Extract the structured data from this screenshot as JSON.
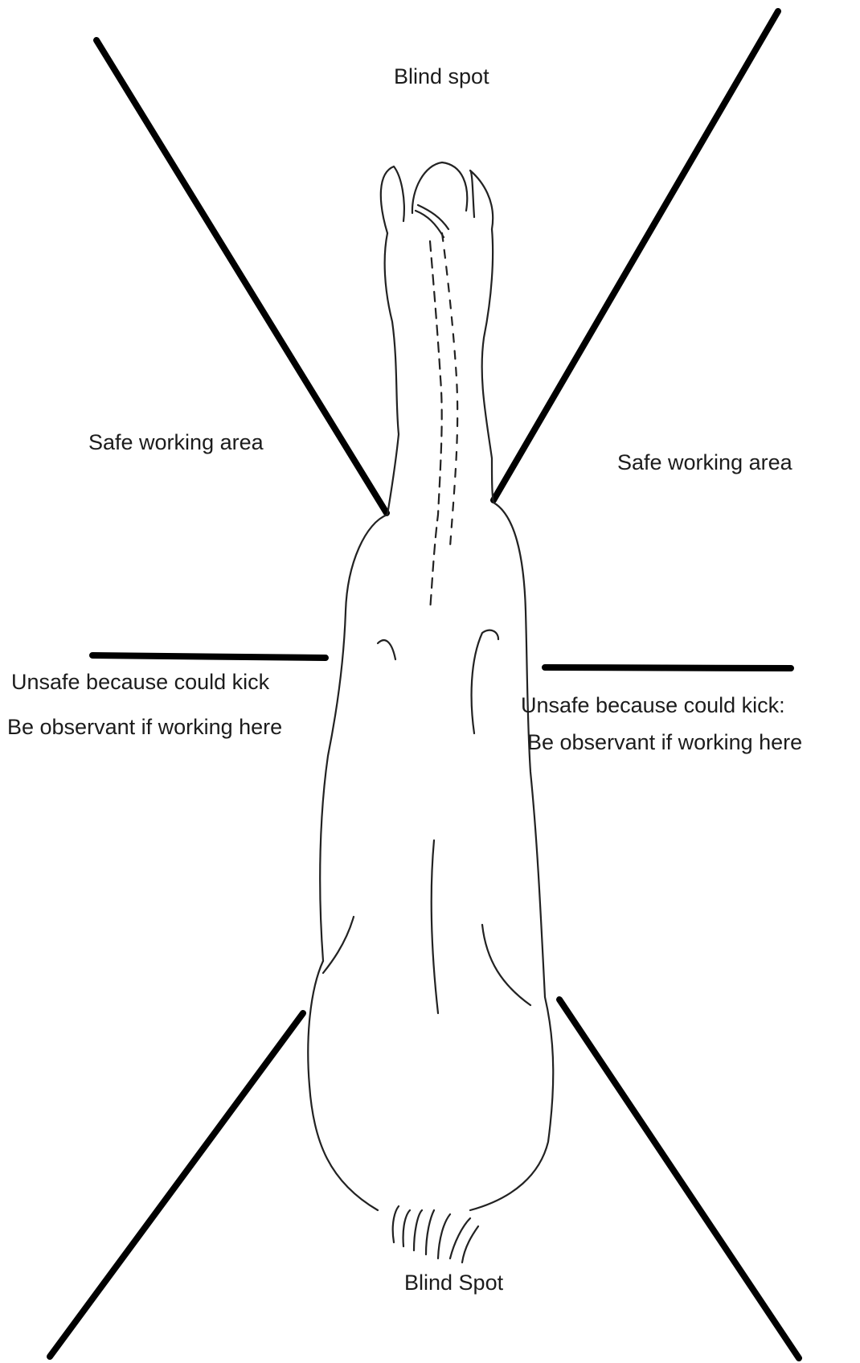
{
  "labels": {
    "top_blind_spot": "Blind spot",
    "safe_left": "Safe working area",
    "safe_right": "Safe working area",
    "unsafe_left_line1": "Unsafe because could kick",
    "unsafe_left_line2": "Be observant if working here",
    "unsafe_right_line1": "Unsafe because could kick:",
    "unsafe_right_line2": "Be observant if working here",
    "bottom_blind_spot": "Blind Spot"
  },
  "colors": {
    "zone_line": "#000000",
    "sketch_line": "#222222",
    "background": "#ffffff"
  },
  "figure": "horse-top-view-sketch"
}
